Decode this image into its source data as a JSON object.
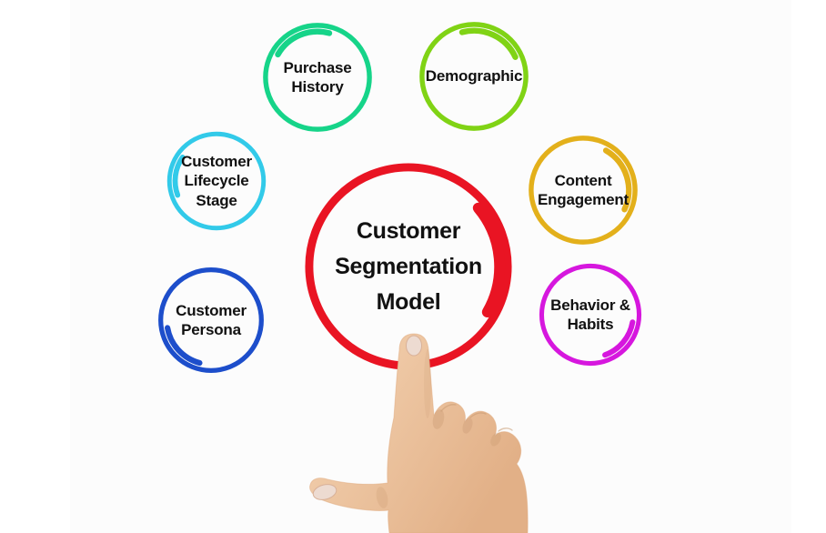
{
  "diagram": {
    "center": {
      "label": "Customer\nSegmentation\nModel",
      "color": "#e91423"
    },
    "nodes": [
      {
        "id": "purchase-history",
        "label": "Purchase\nHistory",
        "color": "#16d489"
      },
      {
        "id": "demographic",
        "label": "Demographic",
        "color": "#80d315"
      },
      {
        "id": "customer-lifecycle-stage",
        "label": "Customer\nLifecycle\nStage",
        "color": "#32cae9"
      },
      {
        "id": "content-engagement",
        "label": "Content\nEngagement",
        "color": "#e3b01b"
      },
      {
        "id": "customer-persona",
        "label": "Customer\nPersona",
        "color": "#1d4ecb"
      },
      {
        "id": "behavior-habits",
        "label": "Behavior &\nHabits",
        "color": "#d617de"
      }
    ],
    "text_color": "#111111"
  },
  "hand": {
    "name": "pointing-hand",
    "skin": "#f5d5b5",
    "skin_shadow": "#e2b087",
    "nail": "#eddbd1"
  }
}
